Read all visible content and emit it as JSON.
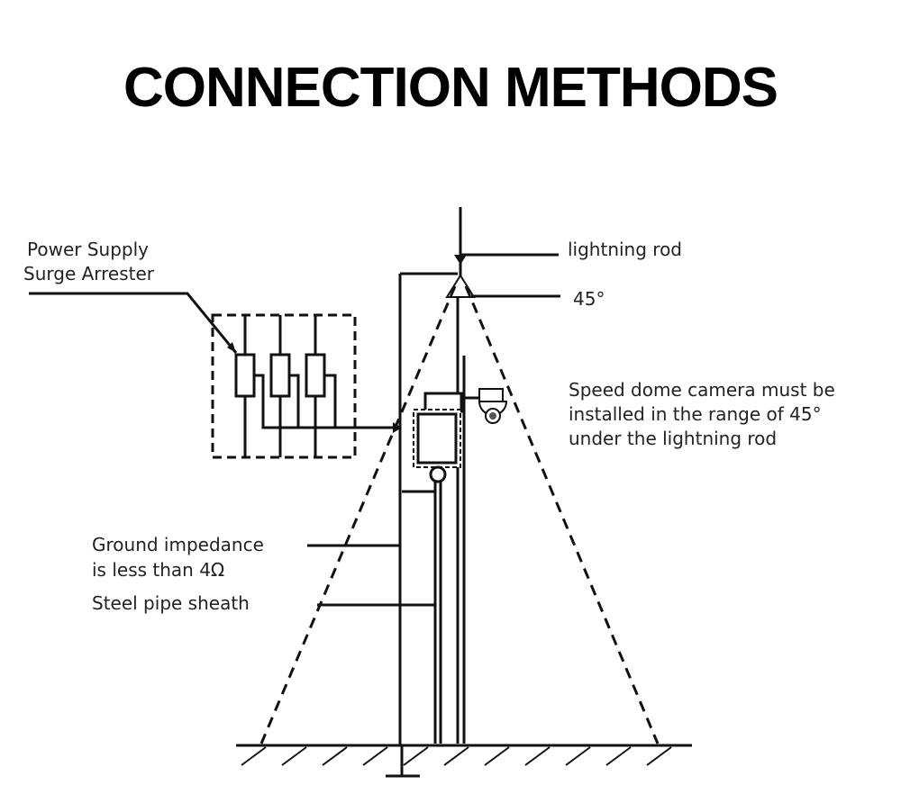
{
  "title": "CONNECTION METHODS",
  "labels": {
    "power_supply_line1": "Power Supply",
    "power_supply_line2": "Surge Arrester",
    "lightning_rod": "lightning rod",
    "angle": "45°",
    "camera_line1": "Speed dome camera must be",
    "camera_line2": "installed in the range of 45°",
    "camera_line3": "under the lightning rod",
    "ground_line1": "Ground impedance",
    "ground_line2": "is less than 4Ω",
    "steel_pipe": "Steel pipe sheath"
  }
}
